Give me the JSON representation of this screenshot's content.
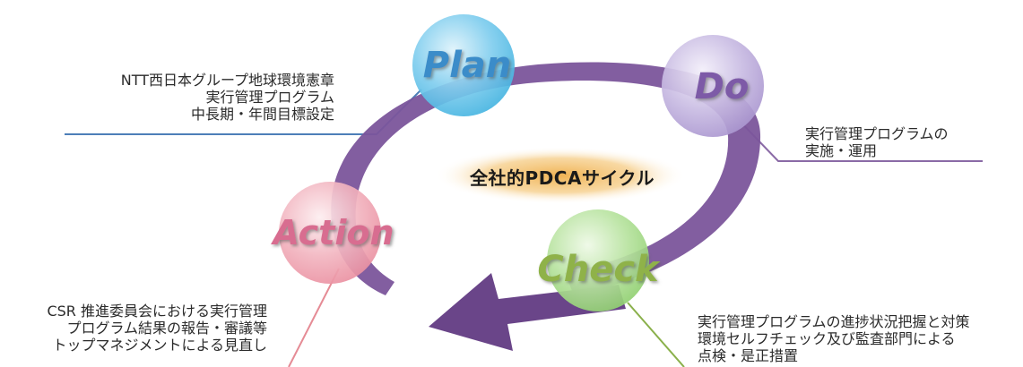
{
  "center_label": "全社的PDCAサイクル",
  "stages": {
    "plan": {
      "label": "Plan",
      "lines": [
        "NTT西日本グループ地球環境憲章",
        "実行管理プログラム",
        "中長期・年間目標設定"
      ]
    },
    "do": {
      "label": "Do",
      "lines": [
        "実行管理プログラムの",
        "実施・運用"
      ]
    },
    "check": {
      "label": "Check",
      "lines": [
        "実行管理プログラムの進捗状況把握と対策",
        "環境セルフチェック及び監査部門による",
        "点検・是正措置"
      ]
    },
    "action": {
      "label": "Action",
      "lines": [
        "CSR 推進委員会における実行管理",
        "プログラム結果の報告・審議等",
        "トップマネジメントによる見直し"
      ]
    }
  },
  "colors": {
    "cycle_arrow": "#7b559b",
    "plan_circle": "#43b3e0",
    "do_circle": "#a995cf",
    "check_circle": "#8fcf6f",
    "action_circle": "#ea8fa0",
    "plan_leader": "#4d7fb8",
    "do_leader": "#8a6aa6",
    "check_leader": "#8ab04b",
    "action_leader": "#e58b95",
    "center_glow": "#f0b354"
  }
}
